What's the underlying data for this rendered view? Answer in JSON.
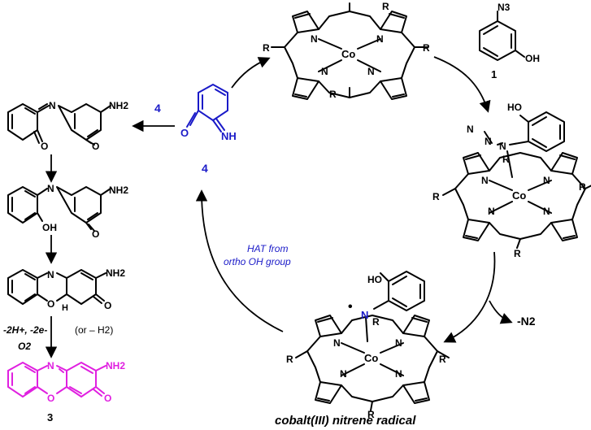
{
  "colors": {
    "text": "#000000",
    "blue": "#1a1ac8",
    "magenta": "#e020e0"
  },
  "porphyrin": {
    "metal": "Co",
    "n_label": "N",
    "substituent": "R"
  },
  "azide": {
    "n3": "N3",
    "oh": "OH",
    "number": "1"
  },
  "intermediate": {
    "n_label": "N",
    "n3_mark": "N",
    "ho": "HO"
  },
  "nitrene": {
    "ho": "HO",
    "n_label": "N",
    "radical": "•",
    "caption": "cobalt(III) nitrene radical"
  },
  "byproduct": {
    "label": "-N2"
  },
  "hat": {
    "line1": "HAT from",
    "line2": "ortho OH group"
  },
  "quinone_imine": {
    "o": "O",
    "nh": "NH",
    "number": "4"
  },
  "adduct": {
    "arrow_label": "4",
    "nh2": "NH2",
    "n": "N",
    "o": "O"
  },
  "taut": {
    "nh2": "NH2",
    "n": "N",
    "oh": "OH",
    "o": "O"
  },
  "cyclized": {
    "n": "N",
    "nh2": "NH2",
    "o": "O",
    "h": "H"
  },
  "oxidation": {
    "line1": "-2H+, -2e-",
    "line2": "O2",
    "alt": "(or – H2)"
  },
  "product": {
    "nh2": "NH2",
    "o": "O",
    "n": "N",
    "number": "3"
  }
}
